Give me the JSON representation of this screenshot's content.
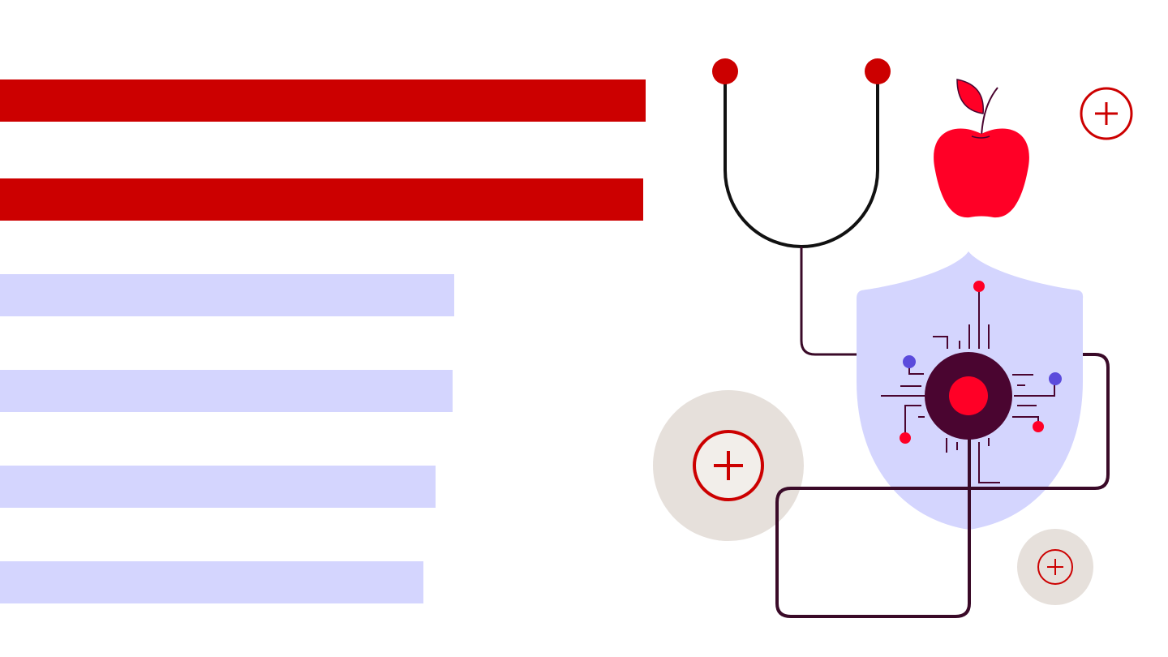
{
  "colors": {
    "primary_bar": "#cc0000",
    "secondary_bar": "#d4d5fe",
    "accent_red": "#ff0026",
    "dark_plum": "#4a0530",
    "line_dark": "#111111",
    "shield": "#d4d5fe",
    "badge_bg": "#e6e0db",
    "dot_purple": "#5b4bdc"
  },
  "bars": {
    "primary_levels": [
      1.0,
      0.996
    ],
    "secondary_levels": [
      0.704,
      0.701,
      0.675,
      0.656
    ]
  },
  "illustration": {
    "icons": [
      "stethoscope-icon",
      "apple-icon",
      "shield-circuit-icon",
      "plus-badge-icon"
    ]
  }
}
